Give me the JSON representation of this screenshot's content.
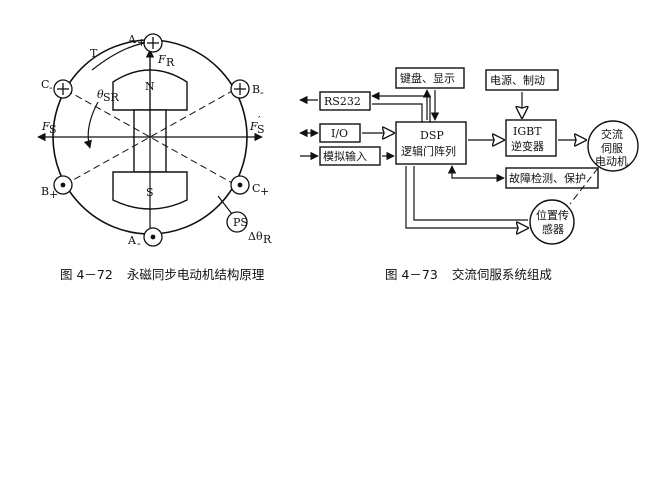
{
  "figure_left": {
    "caption_number": "图 4－72",
    "caption_title": "永磁同步电动机结构原理",
    "pole_north": "N",
    "pole_south": "S",
    "torque_label": "T",
    "force_top": "F",
    "force_top_sub": "R",
    "force_left": "F",
    "force_left_sub": "S",
    "force_right": "F",
    "force_right_sub": "S",
    "force_right_sup": "′",
    "angle": "θ",
    "angle_sub": "SR",
    "sensor": "PS",
    "delta": "Δθ",
    "delta_sub": "R",
    "phase_a_plus": "A",
    "phase_a_plus_sub": "+",
    "phase_a_minus": "A",
    "phase_a_minus_sub": "-",
    "phase_b_minus": "B",
    "phase_b_minus_sub": "-",
    "phase_b_plus": "B",
    "phase_b_plus_sub": "+",
    "phase_c_minus": "C",
    "phase_c_minus_sub": "-",
    "phase_c_plus": "C",
    "phase_c_plus_sub": "+"
  },
  "figure_right": {
    "caption_number": "图 4－73",
    "caption_title": "交流伺服系统组成",
    "rs232": "RS232",
    "io": "I/O",
    "analog_input": "模拟输入",
    "keyboard_display": "键盘、显示",
    "dsp_line1": "DSP",
    "dsp_line2": "逻辑门阵列",
    "power_brake": "电源、制动",
    "igbt_line1": "IGBT",
    "igbt_line2": "逆变器",
    "fault": "故障检测、保护",
    "motor_line1": "交流",
    "motor_line2": "伺服",
    "motor_line3": "电动机",
    "sensor_line1": "位置传",
    "sensor_line2": "感器"
  }
}
